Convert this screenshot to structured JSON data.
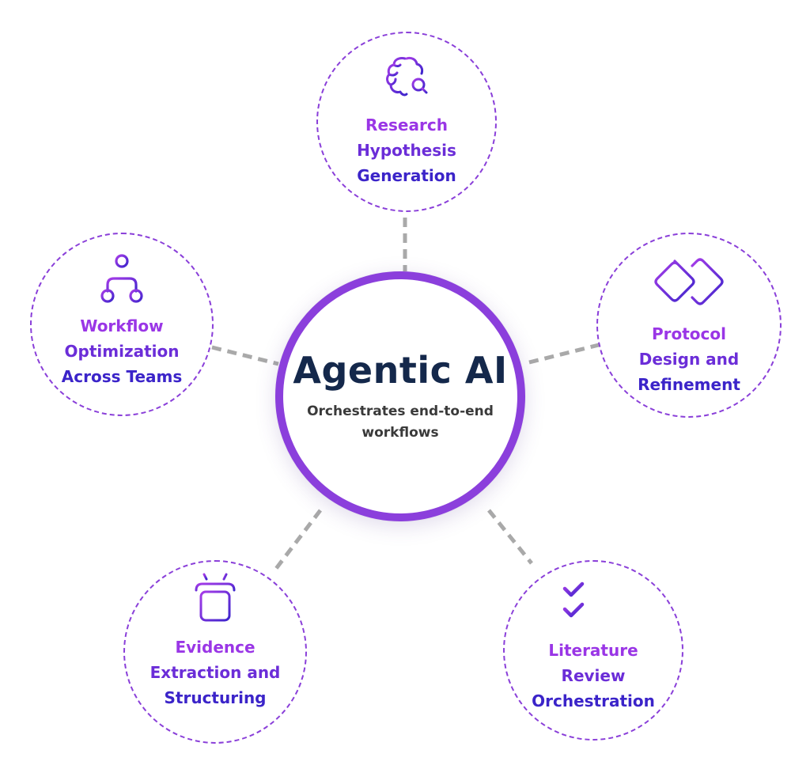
{
  "center": {
    "title": "Agentic AI",
    "subtitle": "Orchestrates end-to-end workflows"
  },
  "nodes": [
    {
      "icon": "brain-search-icon",
      "label_lines": [
        "Research",
        "Hypothesis",
        "Generation"
      ]
    },
    {
      "icon": "interlocking-diamonds-icon",
      "label_lines": [
        "Protocol",
        "Design and",
        "Refinement"
      ]
    },
    {
      "icon": "checklist-icon",
      "label_lines": [
        "Literature",
        "Review",
        "Orchestration"
      ]
    },
    {
      "icon": "document-extraction-icon",
      "label_lines": [
        "Evidence",
        "Extraction and",
        "Structuring"
      ]
    },
    {
      "icon": "hierarchy-tree-icon",
      "label_lines": [
        "Workflow",
        "Optimization",
        "Across Teams"
      ]
    }
  ],
  "colors": {
    "purple": "#9333ea",
    "indigo": "#3b24c9",
    "ring": "#8b3fdc",
    "title": "#14284b",
    "connector": "#a9a9a9"
  }
}
